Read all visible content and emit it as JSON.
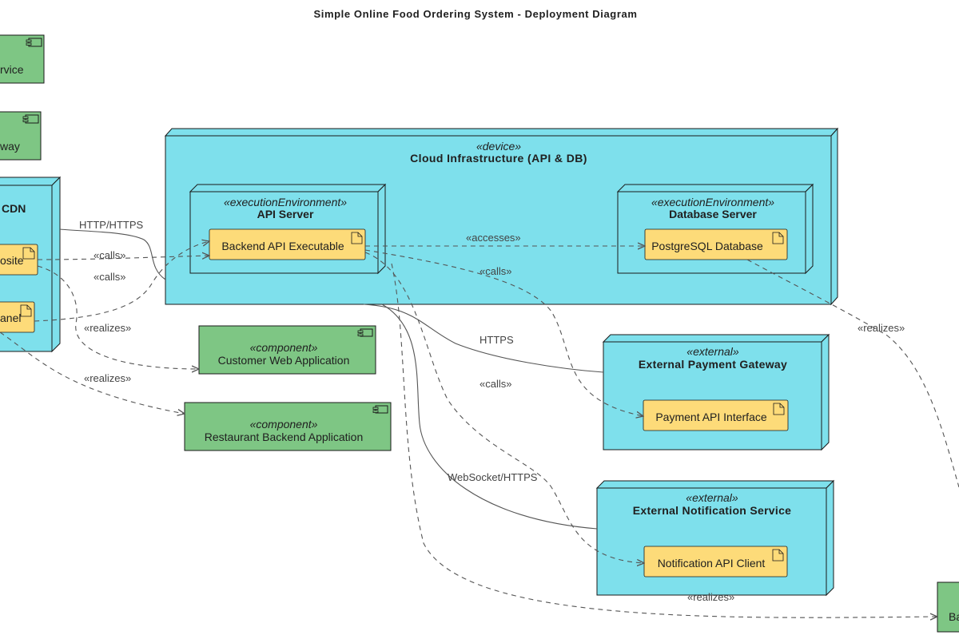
{
  "title": "Simple Online Food Ordering System - Deployment Diagram",
  "colors": {
    "node_fill": "#7ee0ec",
    "component_fill": "#7ec684",
    "artifact_fill": "#fddb79",
    "stroke": "#1a1a1a",
    "line": "#555555"
  },
  "components_left": {
    "service_partial": "rvice",
    "gateway_partial": "way"
  },
  "cdn": {
    "name_partial": "CDN",
    "website_partial": "osite",
    "panel_partial": "anel"
  },
  "cloud": {
    "stereotype": "«device»",
    "name": "Cloud Infrastructure (API & DB)",
    "api_server": {
      "stereotype": "«executionEnvironment»",
      "name": "API Server",
      "artifact": "Backend API Executable"
    },
    "db_server": {
      "stereotype": "«executionEnvironment»",
      "name": "Database Server",
      "artifact": "PostgreSQL Database"
    }
  },
  "payment": {
    "stereotype": "«external»",
    "name": "External Payment Gateway",
    "artifact": "Payment API Interface"
  },
  "notification": {
    "stereotype": "«external»",
    "name": "External Notification Service",
    "artifact": "Notification API Client"
  },
  "customer_app": {
    "stereotype": "«component»",
    "name": "Customer Web Application"
  },
  "restaurant_app": {
    "stereotype": "«component»",
    "name": "Restaurant Backend Application"
  },
  "bottom_right_partial": "Ba",
  "edges": {
    "http_https": "HTTP/HTTPS",
    "calls": "«calls»",
    "realizes": "«realizes»",
    "accesses": "«accesses»",
    "https": "HTTPS",
    "websocket": "WebSocket/HTTPS"
  }
}
